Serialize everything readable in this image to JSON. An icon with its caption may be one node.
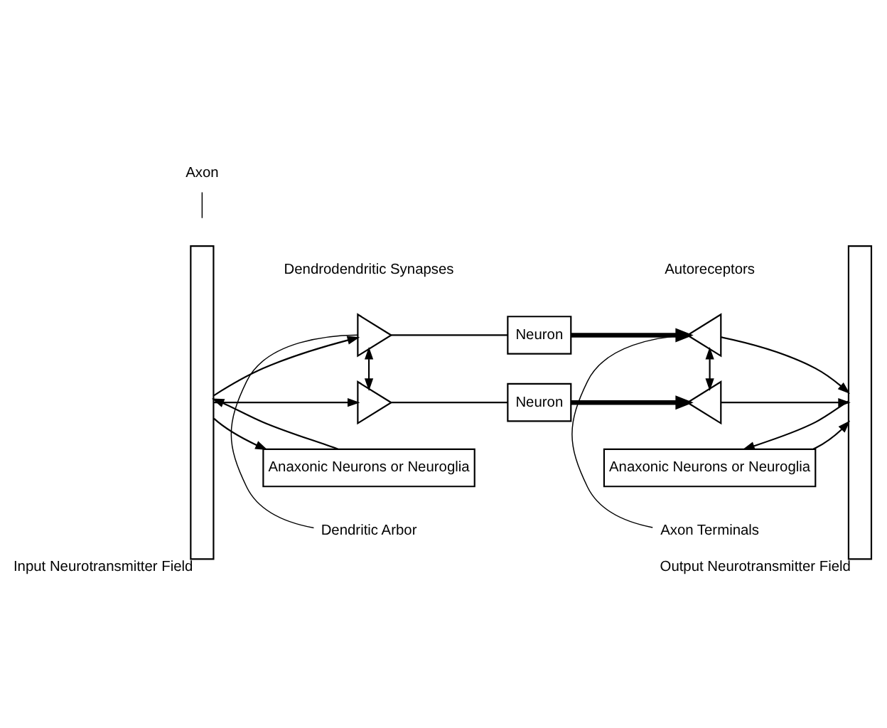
{
  "diagram": {
    "nodes": [
      {
        "text": [
          "Input Neurotransmitter Field"
        ]
      },
      {
        "text": [
          "Output Neurotransmitter Field"
        ]
      },
      {
        "text": [
          "Dendritic Arbor"
        ]
      },
      {
        "text": [
          "Axon"
        ]
      },
      {
        "text": [
          "Axon Terminals"
        ]
      },
      {
        "text": [],
        "shape": "triangle"
      },
      {
        "text": [
          "Neuron"
        ]
      },
      {
        "text": [],
        "shape": "triangle"
      },
      {
        "text": [],
        "shape": "triangle"
      },
      {
        "text": [
          "Neuron"
        ]
      },
      {
        "text": [],
        "shape": "triangle"
      },
      {
        "text": [
          "Anaxonic Neurons or Neuroglia"
        ]
      },
      {
        "text": [
          "Anaxonic Neurons or Neuroglia"
        ]
      }
    ],
    "edges": [
      {
        "from": 0,
        "to": 5,
        "arrow": "to"
      },
      {
        "from": 8,
        "to": 5,
        "arrow": "both"
      },
      {
        "from": 0,
        "to": 8,
        "arrow": "to"
      },
      {
        "from": 5,
        "to": 6,
        "arrow": "none"
      },
      {
        "from": 8,
        "to": 9,
        "arrow": "none"
      },
      {
        "from": 6,
        "to": 7,
        "arrow": "to",
        "style": "thick"
      },
      {
        "from": 9,
        "to": 10,
        "arrow": "to",
        "style": "thick"
      },
      {
        "from": 7,
        "to": 1,
        "arrow": "to"
      },
      {
        "from": 10,
        "to": 1,
        "arrow": "to"
      },
      {
        "from": 10,
        "to": 7,
        "arrow": "both"
      },
      {
        "from": 2,
        "to": 5,
        "arrow": "none"
      },
      {
        "from": 3,
        "to": null,
        "arrow": "none"
      },
      {
        "from": 4,
        "to": 7,
        "arrow": "none"
      },
      {
        "from": 11,
        "to": 0,
        "arrow": "to"
      },
      {
        "from": 0,
        "to": 11,
        "arrow": "to"
      },
      {
        "from": 12,
        "to": 1,
        "arrow": "to"
      },
      {
        "from": 1,
        "to": 12,
        "arrow": "to"
      }
    ],
    "labels": [
      "Dendrodendritic Synapses",
      "Autoreceptors"
    ]
  }
}
